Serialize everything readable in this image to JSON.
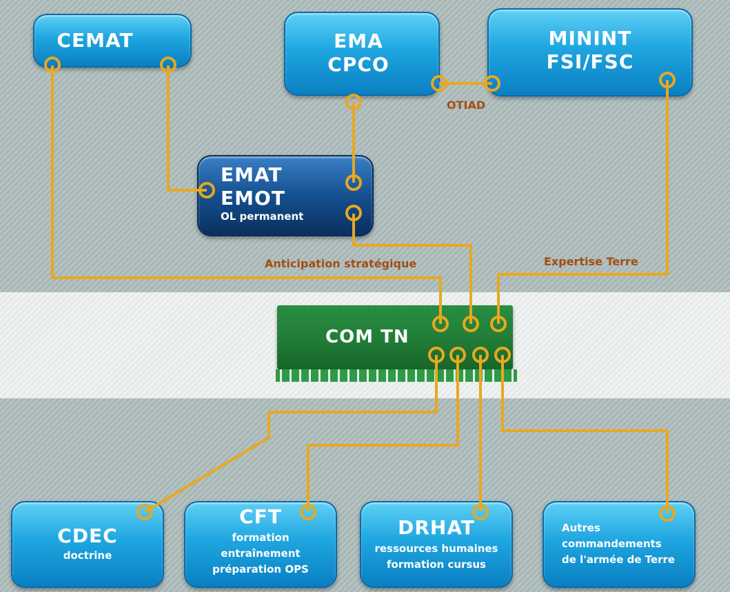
{
  "nodes": {
    "cemat": {
      "line1": "CEMAT"
    },
    "ema": {
      "line1": "EMA",
      "line2": "CPCO"
    },
    "minint": {
      "line1": "MININT",
      "line2": "FSI/FSC"
    },
    "emat": {
      "line1": "EMAT",
      "line2": "EMOT",
      "sub": "OL permanent"
    },
    "chip": {
      "label": "COM TN"
    },
    "cdec": {
      "title": "CDEC",
      "sub": "doctrine"
    },
    "cft": {
      "title": "CFT",
      "sub1": "formation",
      "sub2": "entraînement",
      "sub3": "préparation OPS"
    },
    "drhat": {
      "title": "DRHAT",
      "sub1": "ressources humaines",
      "sub2": "formation cursus"
    },
    "autres": {
      "sub1": "Autres",
      "sub2": "commandements",
      "sub3": "de l'armée de Terre"
    }
  },
  "links": {
    "otiad": "OTIAD",
    "anticipation": "Anticipation stratégique",
    "expertise": "Expertise Terre"
  },
  "colors": {
    "wire": "#e8a81f",
    "link_label": "#a34e12",
    "box_light": "#1ea6e0",
    "box_dark": "#14508f",
    "chip": "#1f7a35"
  }
}
